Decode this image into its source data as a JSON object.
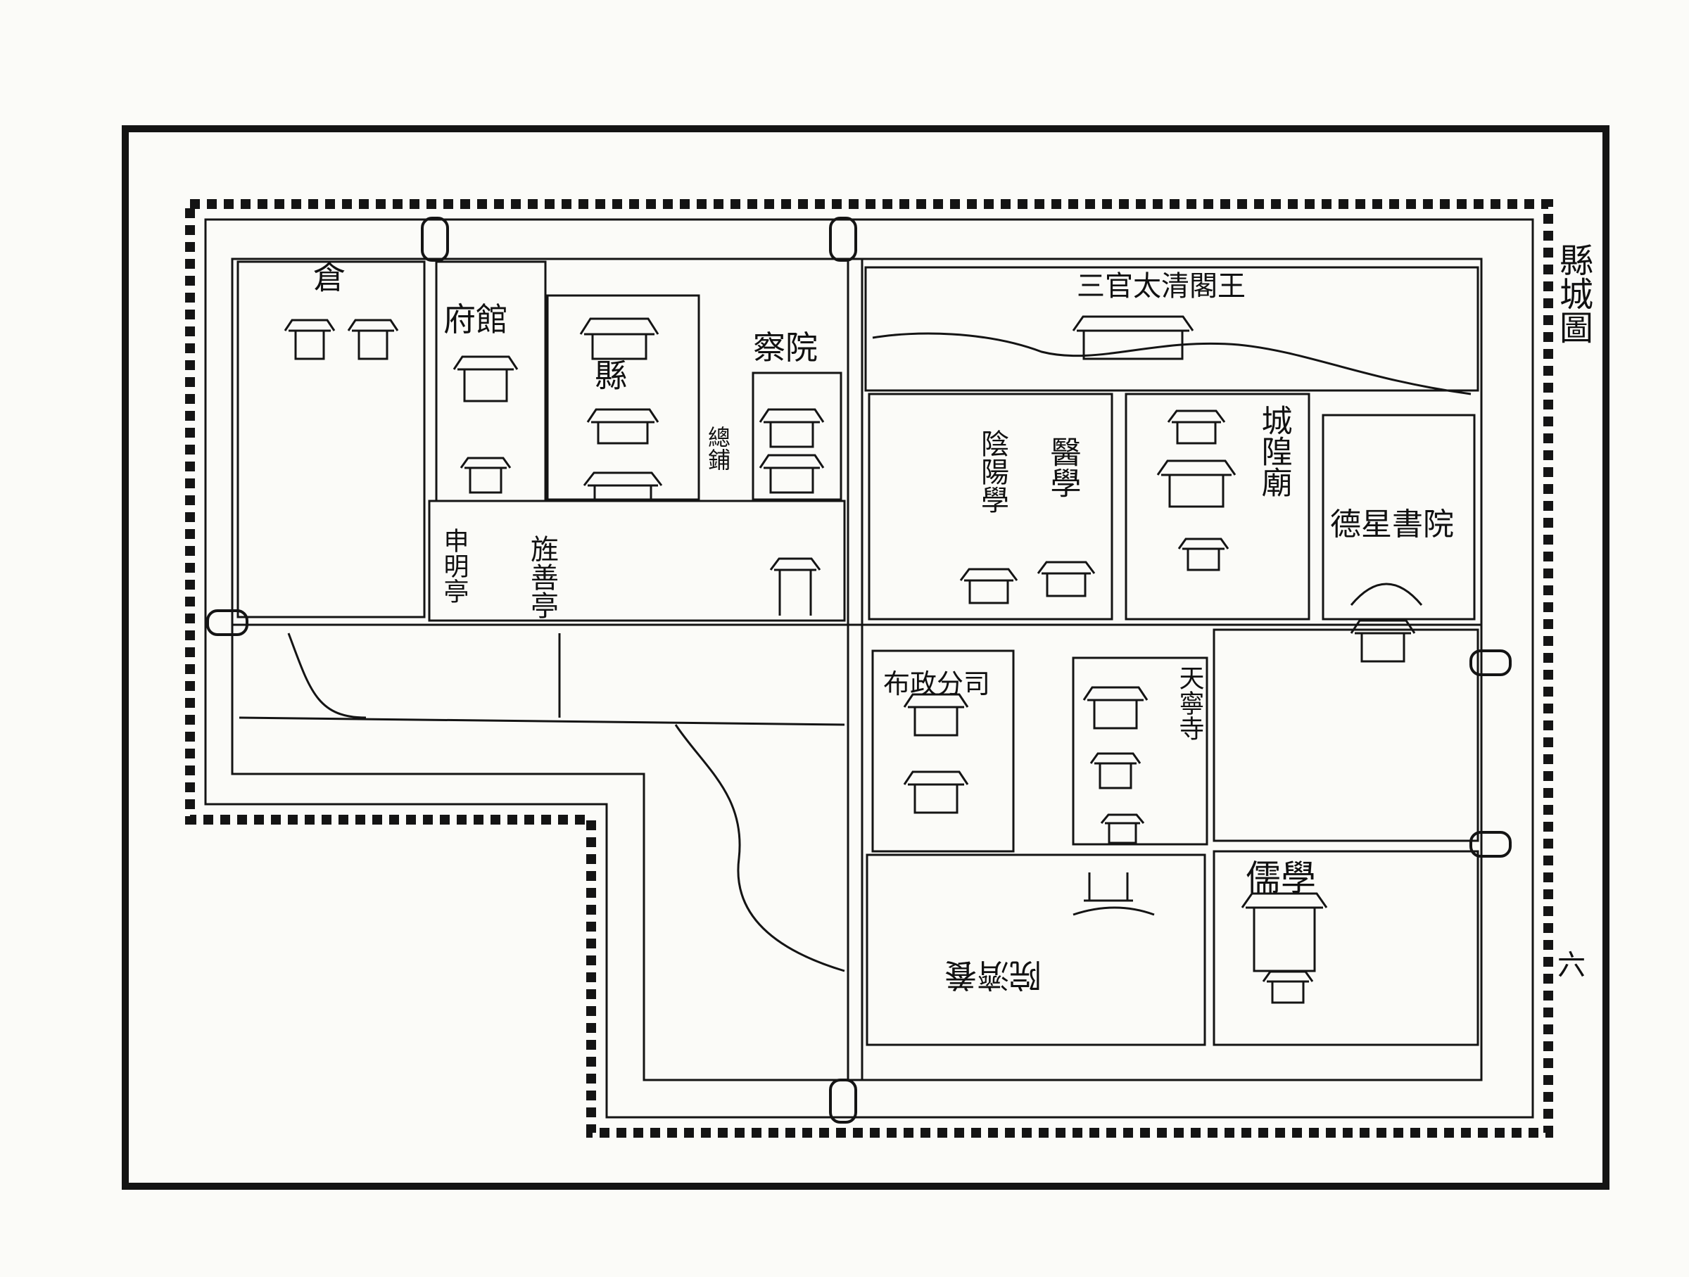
{
  "map": {
    "title": "縣城圖",
    "page_number": "六",
    "labels": {
      "granary": "倉",
      "prefecture_hall": "府館",
      "county_office": "縣",
      "inspection_court": "察院",
      "general_shop": "總鋪",
      "shenming_pavilion": "申明亭",
      "jingshan_pavilion": "旌善亭",
      "sanguan_temple": "三官太清閣王",
      "yinyang_school": "陰陽學",
      "medical_school": "醫學",
      "city_god_temple": "城隍廟",
      "dexing_academy": "德星書院",
      "branch_office": "布政分司",
      "tianning_temple": "天寧寺",
      "confucian_school": "儒學",
      "inverted_label": "院濟養"
    }
  },
  "colors": {
    "ink": "#141414",
    "paper": "#fbfbf8"
  }
}
